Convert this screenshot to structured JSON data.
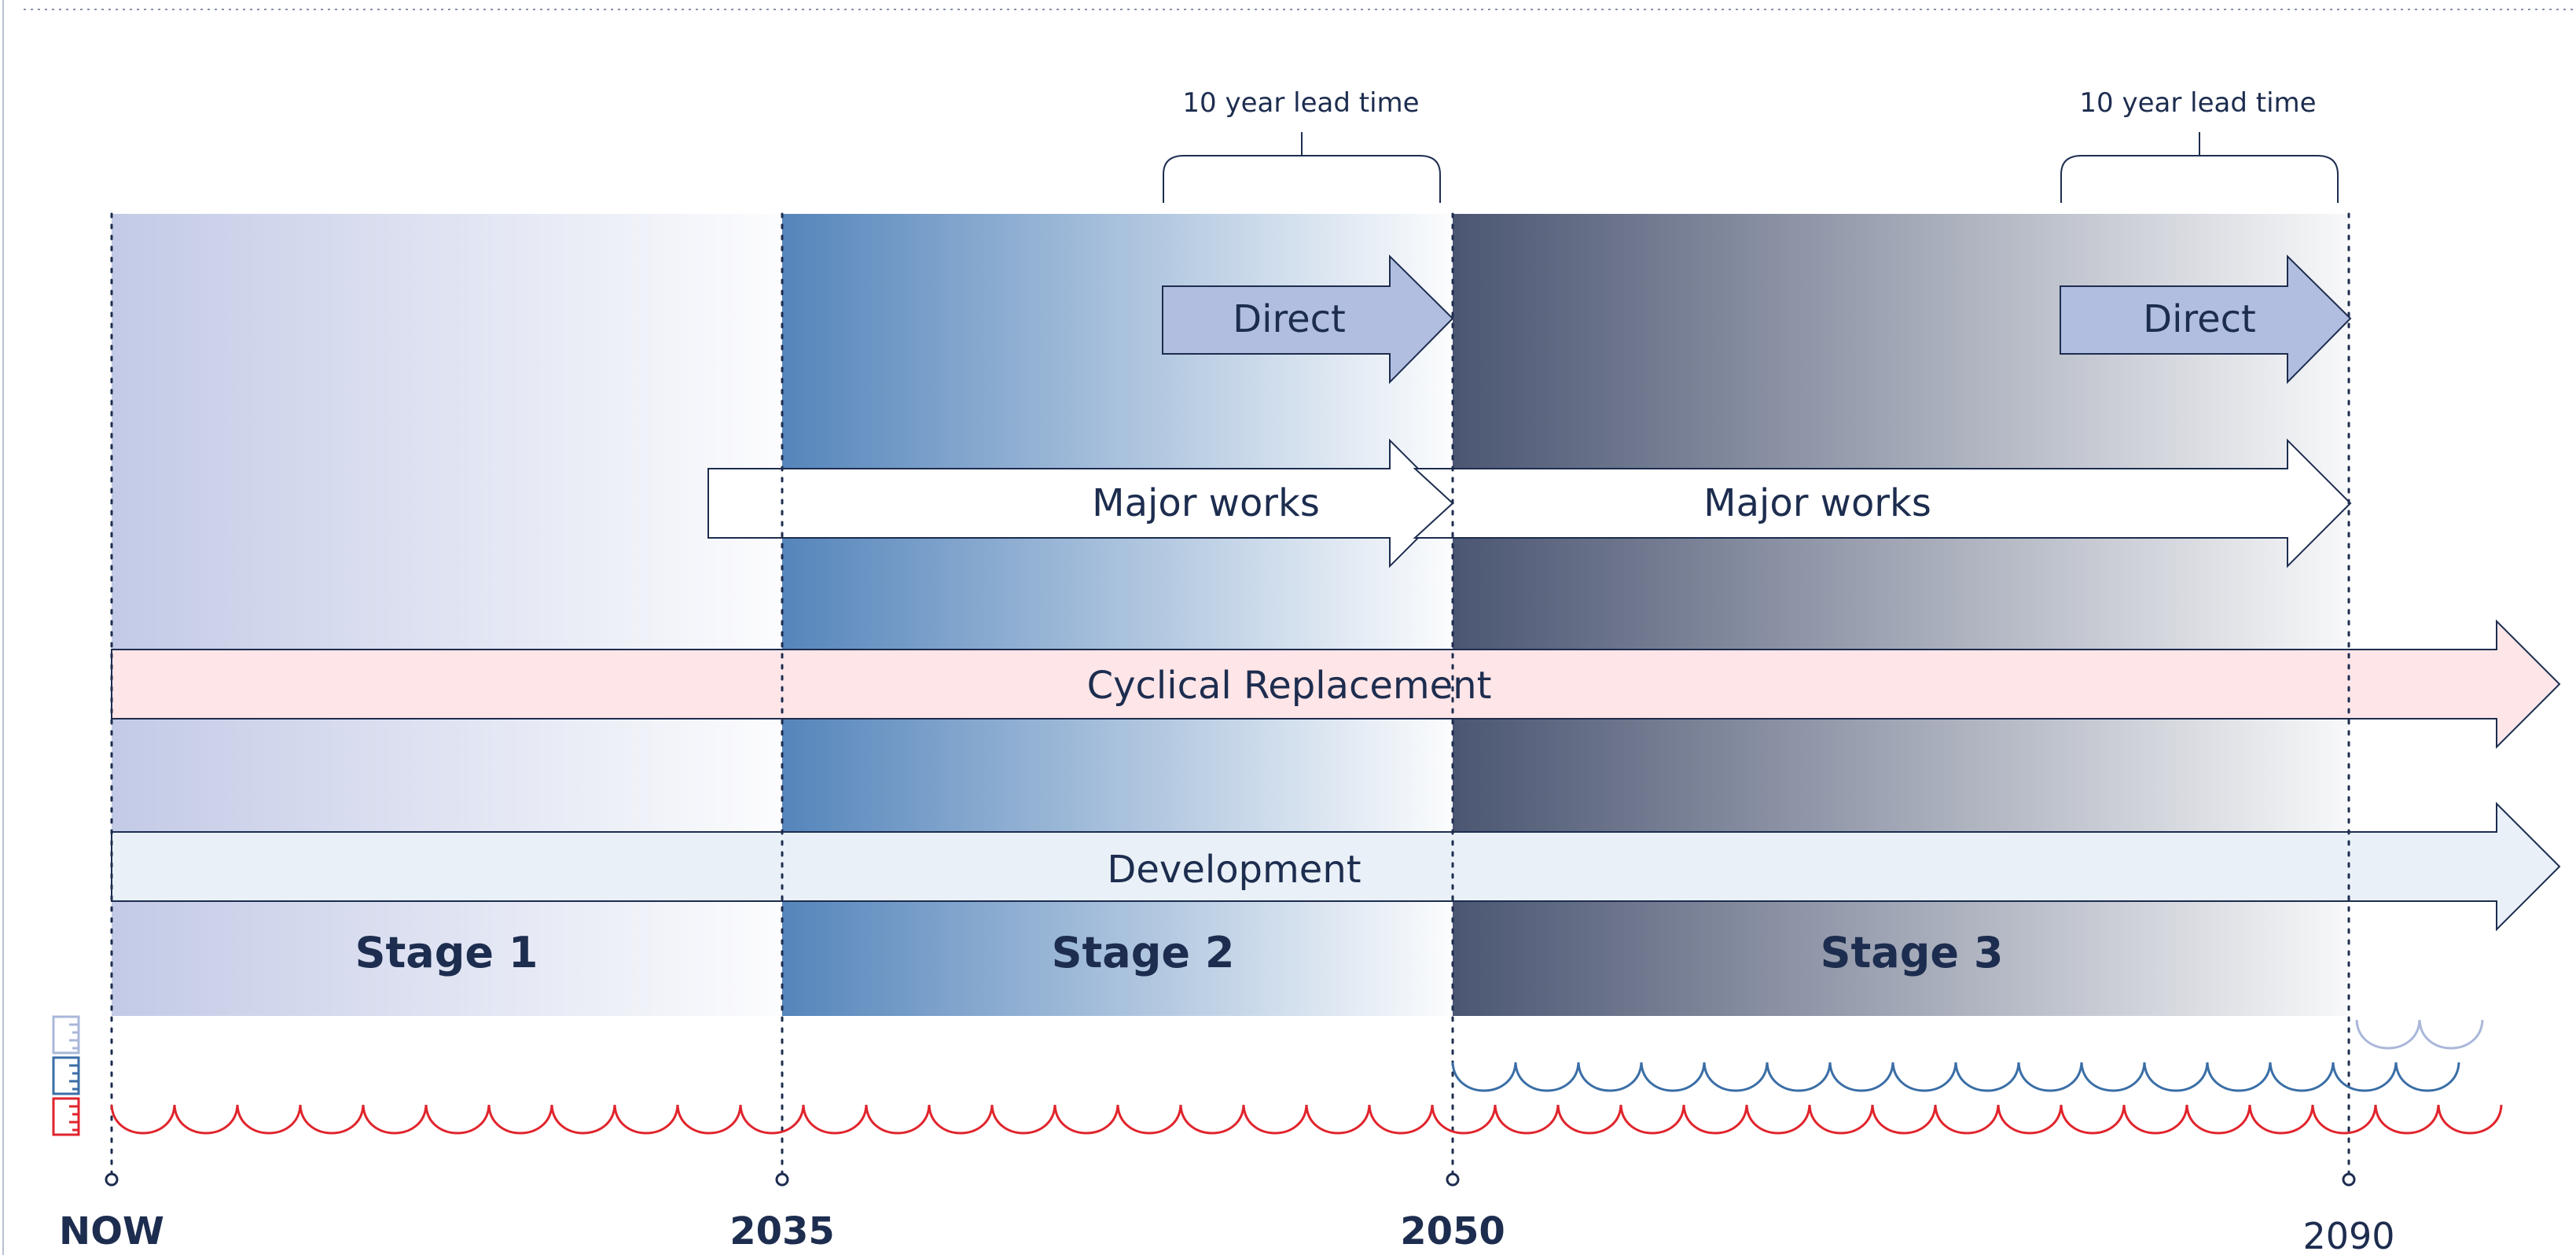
{
  "timeline": {
    "ticks": [
      {
        "id": "now",
        "label": "NOW"
      },
      {
        "id": "2035",
        "label": "2035"
      },
      {
        "id": "2050",
        "label": "2050"
      },
      {
        "id": "2090",
        "label": "2090"
      }
    ]
  },
  "stages": [
    {
      "id": "stage-1",
      "label": "Stage 1"
    },
    {
      "id": "stage-2",
      "label": "Stage 2"
    },
    {
      "id": "stage-3",
      "label": "Stage 3"
    }
  ],
  "lead_times": [
    {
      "id": "lead-1",
      "label": "10 year lead time"
    },
    {
      "id": "lead-2",
      "label": "10 year lead time"
    }
  ],
  "arrows": {
    "direct_1": "Direct",
    "direct_2": "Direct",
    "major_works_1": "Major works",
    "major_works_2": "Major works",
    "cyclical": "Cyclical Replacement",
    "development": "Development"
  },
  "colors": {
    "stage1": "#c3cae6",
    "stage2": "#5585bb",
    "stage3": "#4b5672",
    "direct": "#b1bedf",
    "cyclical": "#fde5e8",
    "development": "#e9f0f7",
    "wave_red": "#e0242c",
    "wave_blue": "#3a6ea6",
    "wave_light": "#a9b7d9",
    "ink": "#1d2d4f"
  }
}
